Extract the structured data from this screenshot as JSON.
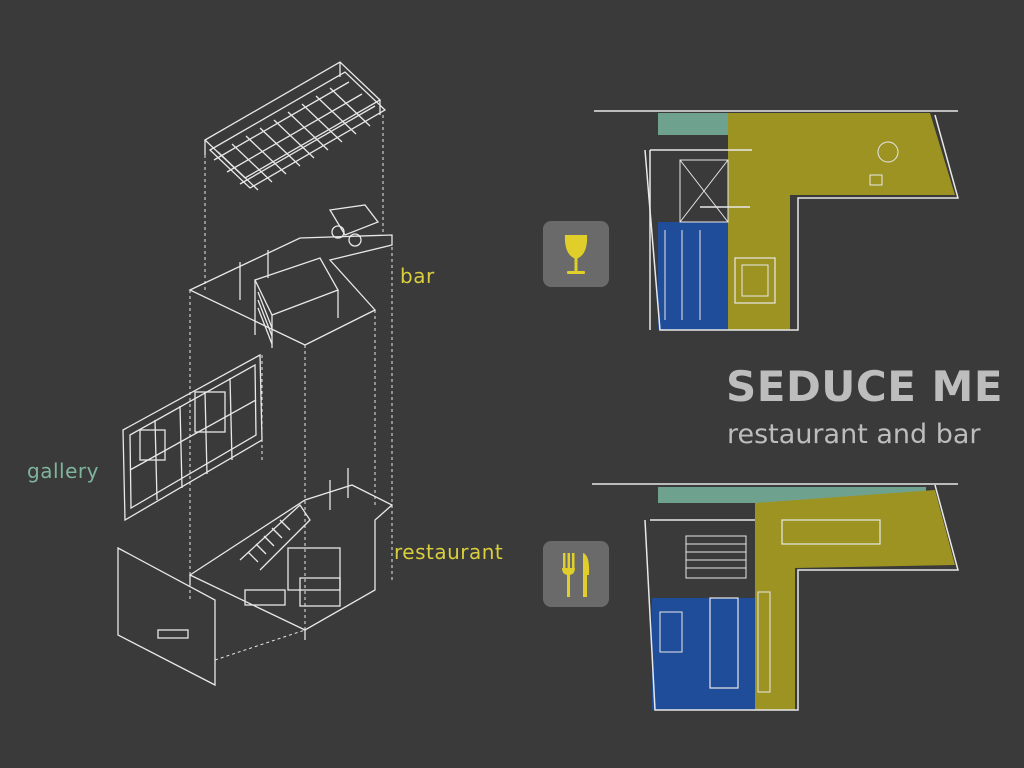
{
  "project": {
    "title": "SEDUCE ME",
    "subtitle": "restaurant and bar"
  },
  "axonometric": {
    "levels": [
      "bar",
      "gallery",
      "restaurant"
    ]
  },
  "plans": [
    {
      "name": "bar-plan-icon",
      "icon": "wine-glass-icon"
    },
    {
      "name": "restaurant-plan-icon",
      "icon": "fork-knife-icon"
    }
  ],
  "colors": {
    "background": "#3a3a3a",
    "line": "#e8e8e8",
    "olive_zone": "#9c9323",
    "blue_zone": "#1f4d99",
    "teal_zone": "#6fa18f",
    "label_yellow": "#d9cf3a",
    "label_green": "#7fb59c",
    "icon_yellow": "#e0cf2a",
    "title_grey": "#bdbdbd"
  }
}
